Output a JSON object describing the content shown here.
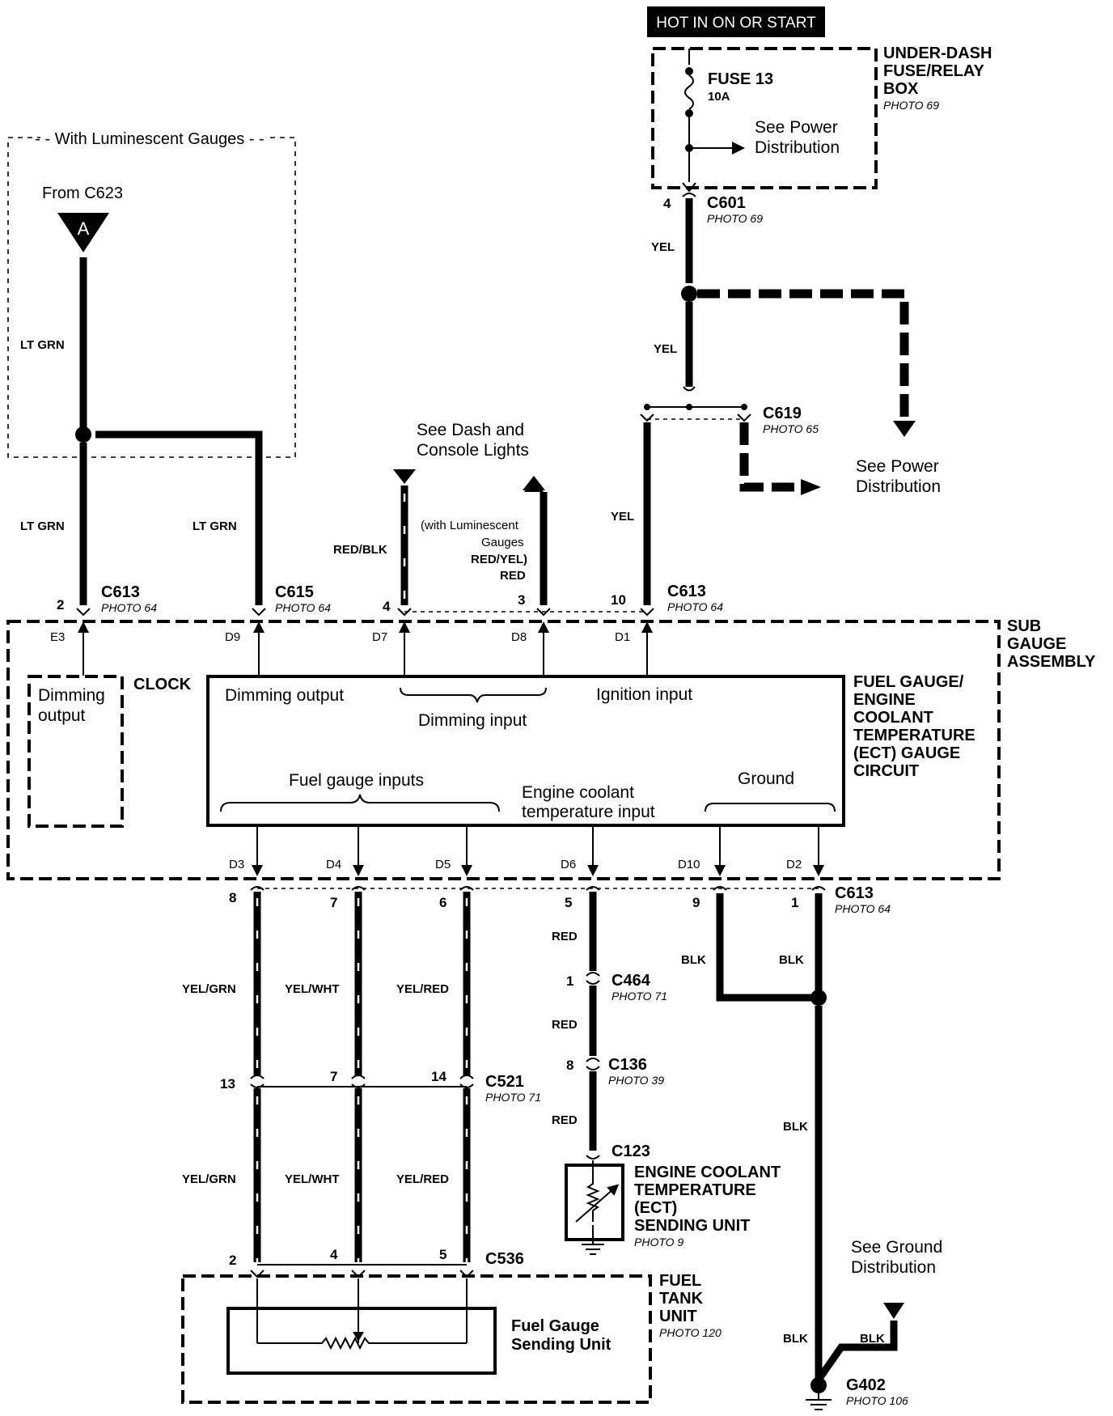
{
  "hot_label": "HOT IN ON OR START",
  "fusebox": {
    "title_lines": [
      "UNDER-DASH",
      "FUSE/RELAY",
      "BOX"
    ],
    "photo": "PHOTO 69",
    "fuse": "FUSE 13",
    "fuse_rating": "10A",
    "see_lines": [
      "See Power",
      "Distribution"
    ]
  },
  "c601": {
    "name": "C601",
    "photo": "PHOTO 69",
    "pin": "4"
  },
  "c619": {
    "name": "C619",
    "photo": "PHOTO 65"
  },
  "see_power_right": [
    "See Power",
    "Distribution"
  ],
  "luminescent_box": {
    "label": "- - With Luminescent Gauges - -",
    "from": "From C623",
    "connector_letter": "A"
  },
  "c613_left": {
    "name": "C613",
    "photo": "PHOTO 64",
    "pin": "2"
  },
  "c615": {
    "name": "C615",
    "photo": "PHOTO 64"
  },
  "c613_mid": {
    "name": "C613",
    "photo": "PHOTO 64",
    "pin": "10"
  },
  "see_dash": [
    "See Dash and",
    "Console Lights"
  ],
  "luminescent_note": [
    "(with Luminescent",
    "Gauges",
    "RED/YEL)"
  ],
  "top_pins": {
    "d7": "4",
    "d8": "3"
  },
  "wire_colors": {
    "yel": "YEL",
    "lt_grn": "LT GRN",
    "red_blk": "RED/BLK",
    "red": "RED",
    "yel_grn": "YEL/GRN",
    "yel_wht": "YEL/WHT",
    "yel_red": "YEL/RED",
    "blk": "BLK"
  },
  "sub_gauge": {
    "title_lines": [
      "SUB",
      "GAUGE",
      "ASSEMBLY"
    ],
    "pins_top": [
      "E3",
      "D9",
      "D7",
      "D8",
      "D1"
    ],
    "pins_bottom": [
      "D3",
      "D4",
      "D5",
      "D6",
      "D10",
      "D2"
    ]
  },
  "clock": {
    "title": "CLOCK",
    "label_lines": [
      "Dimming",
      "output"
    ]
  },
  "gauge_circuit": {
    "title_lines": [
      "FUEL GAUGE/",
      "ENGINE",
      "COOLANT",
      "TEMPERATURE",
      "(ECT) GAUGE",
      "CIRCUIT"
    ],
    "dimming_output": "Dimming output",
    "dimming_input": "Dimming input",
    "ignition_input": "Ignition input",
    "fuel_gauge_inputs": "Fuel gauge inputs",
    "ect_input_lines": [
      "Engine coolant",
      "temperature input"
    ],
    "ground": "Ground"
  },
  "c613_bottom": {
    "name": "C613",
    "photo": "PHOTO 64",
    "pins": [
      "8",
      "7",
      "6",
      "5",
      "9",
      "1"
    ]
  },
  "c464": {
    "name": "C464",
    "photo": "PHOTO 71",
    "pin": "1"
  },
  "c136": {
    "name": "C136",
    "photo": "PHOTO 39",
    "pin": "8"
  },
  "c123": {
    "name": "C123"
  },
  "ect_unit": {
    "title_lines": [
      "ENGINE COOLANT",
      "TEMPERATURE",
      "(ECT)",
      "SENDING UNIT"
    ],
    "photo": "PHOTO 9"
  },
  "c521": {
    "name": "C521",
    "photo": "PHOTO 71",
    "pins": [
      "13",
      "7",
      "14"
    ]
  },
  "c536": {
    "name": "C536",
    "pins": [
      "2",
      "4",
      "5"
    ]
  },
  "fuel_tank": {
    "title_lines": [
      "FUEL",
      "TANK",
      "UNIT"
    ],
    "photo": "PHOTO 120",
    "sender_lines": [
      "Fuel Gauge",
      "Sending Unit"
    ]
  },
  "see_ground": [
    "See Ground",
    "Distribution"
  ],
  "g402": {
    "name": "G402",
    "photo": "PHOTO 106"
  }
}
